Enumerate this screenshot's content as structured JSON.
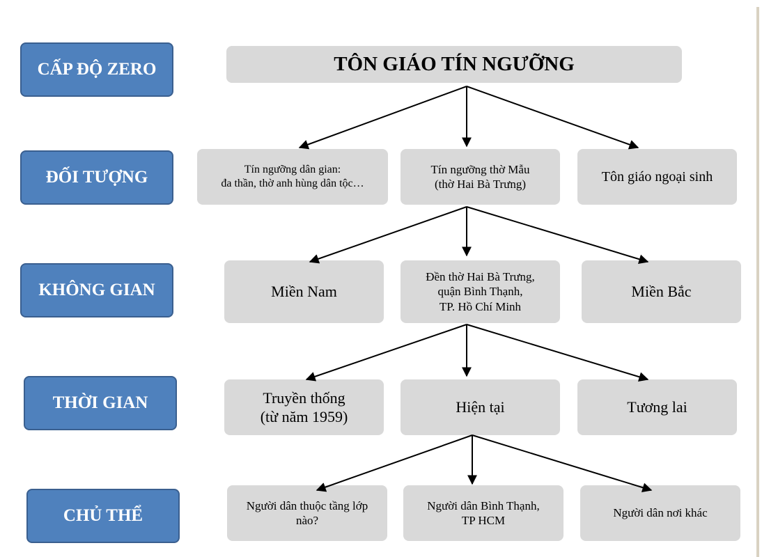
{
  "levels": [
    {
      "id": "zero",
      "label": "CẤP ĐỘ ZERO"
    },
    {
      "id": "doi-tuong",
      "label": "ĐỐI TƯỢNG"
    },
    {
      "id": "khong-gian",
      "label": "KHÔNG GIAN"
    },
    {
      "id": "thoi-gian",
      "label": "THỜI GIAN"
    },
    {
      "id": "chu-the",
      "label": "CHỦ THỂ"
    }
  ],
  "root": {
    "label": "TÔN GIÁO TÍN NGƯỠNG"
  },
  "doi_tuong": [
    {
      "lines": [
        "Tín ngưỡng dân gian:",
        "đa thần, thờ anh hùng dân tộc…"
      ]
    },
    {
      "lines": [
        "Tín ngưỡng thờ Mẫu",
        "(thờ Hai Bà Trưng)"
      ]
    },
    {
      "lines": [
        "Tôn giáo ngoại sinh"
      ]
    }
  ],
  "khong_gian": [
    {
      "lines": [
        "Miền Nam"
      ]
    },
    {
      "lines": [
        "Đền thờ Hai Bà Trưng,",
        "quận Bình Thạnh,",
        "TP. Hồ Chí Minh"
      ]
    },
    {
      "lines": [
        "Miền Bắc"
      ]
    }
  ],
  "thoi_gian": [
    {
      "lines": [
        "Truyền thống",
        "(từ năm 1959)"
      ]
    },
    {
      "lines": [
        "Hiện tại"
      ]
    },
    {
      "lines": [
        "Tương lai"
      ]
    }
  ],
  "chu_the": [
    {
      "lines": [
        "Người dân thuộc tầng lớp",
        "nào?"
      ]
    },
    {
      "lines": [
        "Người dân Bình Thạnh,",
        "TP HCM"
      ]
    },
    {
      "lines": [
        "Người dân nơi khác"
      ]
    }
  ]
}
